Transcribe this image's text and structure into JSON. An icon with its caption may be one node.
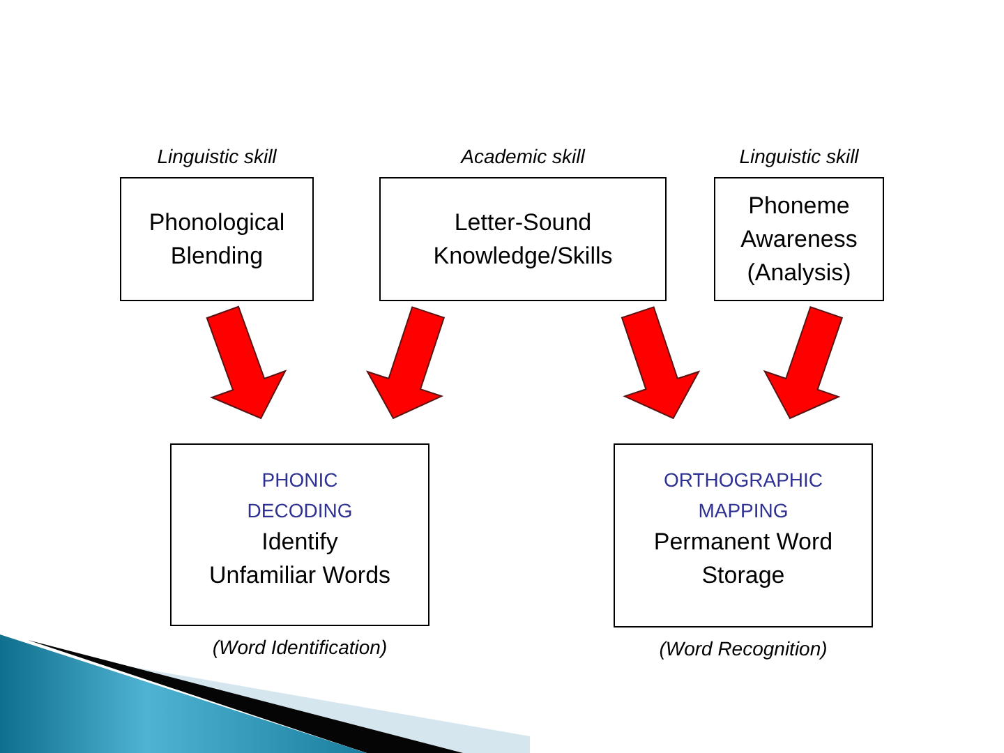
{
  "diagram": {
    "nodes": [
      {
        "text": [
          "Linguistic skill",
          "Phonological Blending"
        ]
      },
      {
        "text": [
          "Academic skill",
          "Letter-Sound Knowledge/Skills"
        ]
      },
      {
        "text": [
          "Linguistic skill",
          "Phoneme Awareness (Analysis)"
        ]
      },
      {
        "text": [
          "PHONIC DECODING",
          "Identify Unfamiliar Words"
        ],
        "beside": [
          "(Word Identification)"
        ]
      },
      {
        "text": [
          "ORTHOGRAPHIC MAPPING",
          "Permanent Word Storage"
        ],
        "beside": [
          "(Word Recognition)"
        ]
      }
    ],
    "edges": [
      {
        "from": 0,
        "to": 3,
        "arrow": "to",
        "style": "thick"
      },
      {
        "from": 1,
        "to": 3,
        "arrow": "to",
        "style": "thick"
      },
      {
        "from": 1,
        "to": 4,
        "arrow": "to",
        "style": "thick"
      },
      {
        "from": 2,
        "to": 4,
        "arrow": "to",
        "style": "thick"
      }
    ]
  }
}
